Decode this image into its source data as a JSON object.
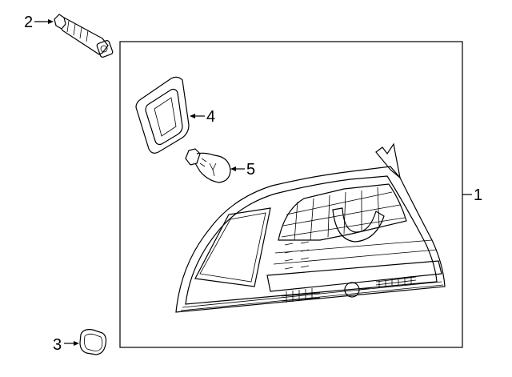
{
  "diagram": {
    "callouts": [
      {
        "id": "1",
        "label": "1"
      },
      {
        "id": "2",
        "label": "2"
      },
      {
        "id": "3",
        "label": "3"
      },
      {
        "id": "4",
        "label": "4"
      },
      {
        "id": "5",
        "label": "5"
      }
    ],
    "parts": [
      {
        "callout": "1",
        "icon": "tail-lamp-assembly-icon"
      },
      {
        "callout": "2",
        "icon": "bulb-socket-icon"
      },
      {
        "callout": "3",
        "icon": "cap-plug-icon"
      },
      {
        "callout": "4",
        "icon": "gasket-seal-icon"
      },
      {
        "callout": "5",
        "icon": "bulb-icon"
      }
    ]
  }
}
